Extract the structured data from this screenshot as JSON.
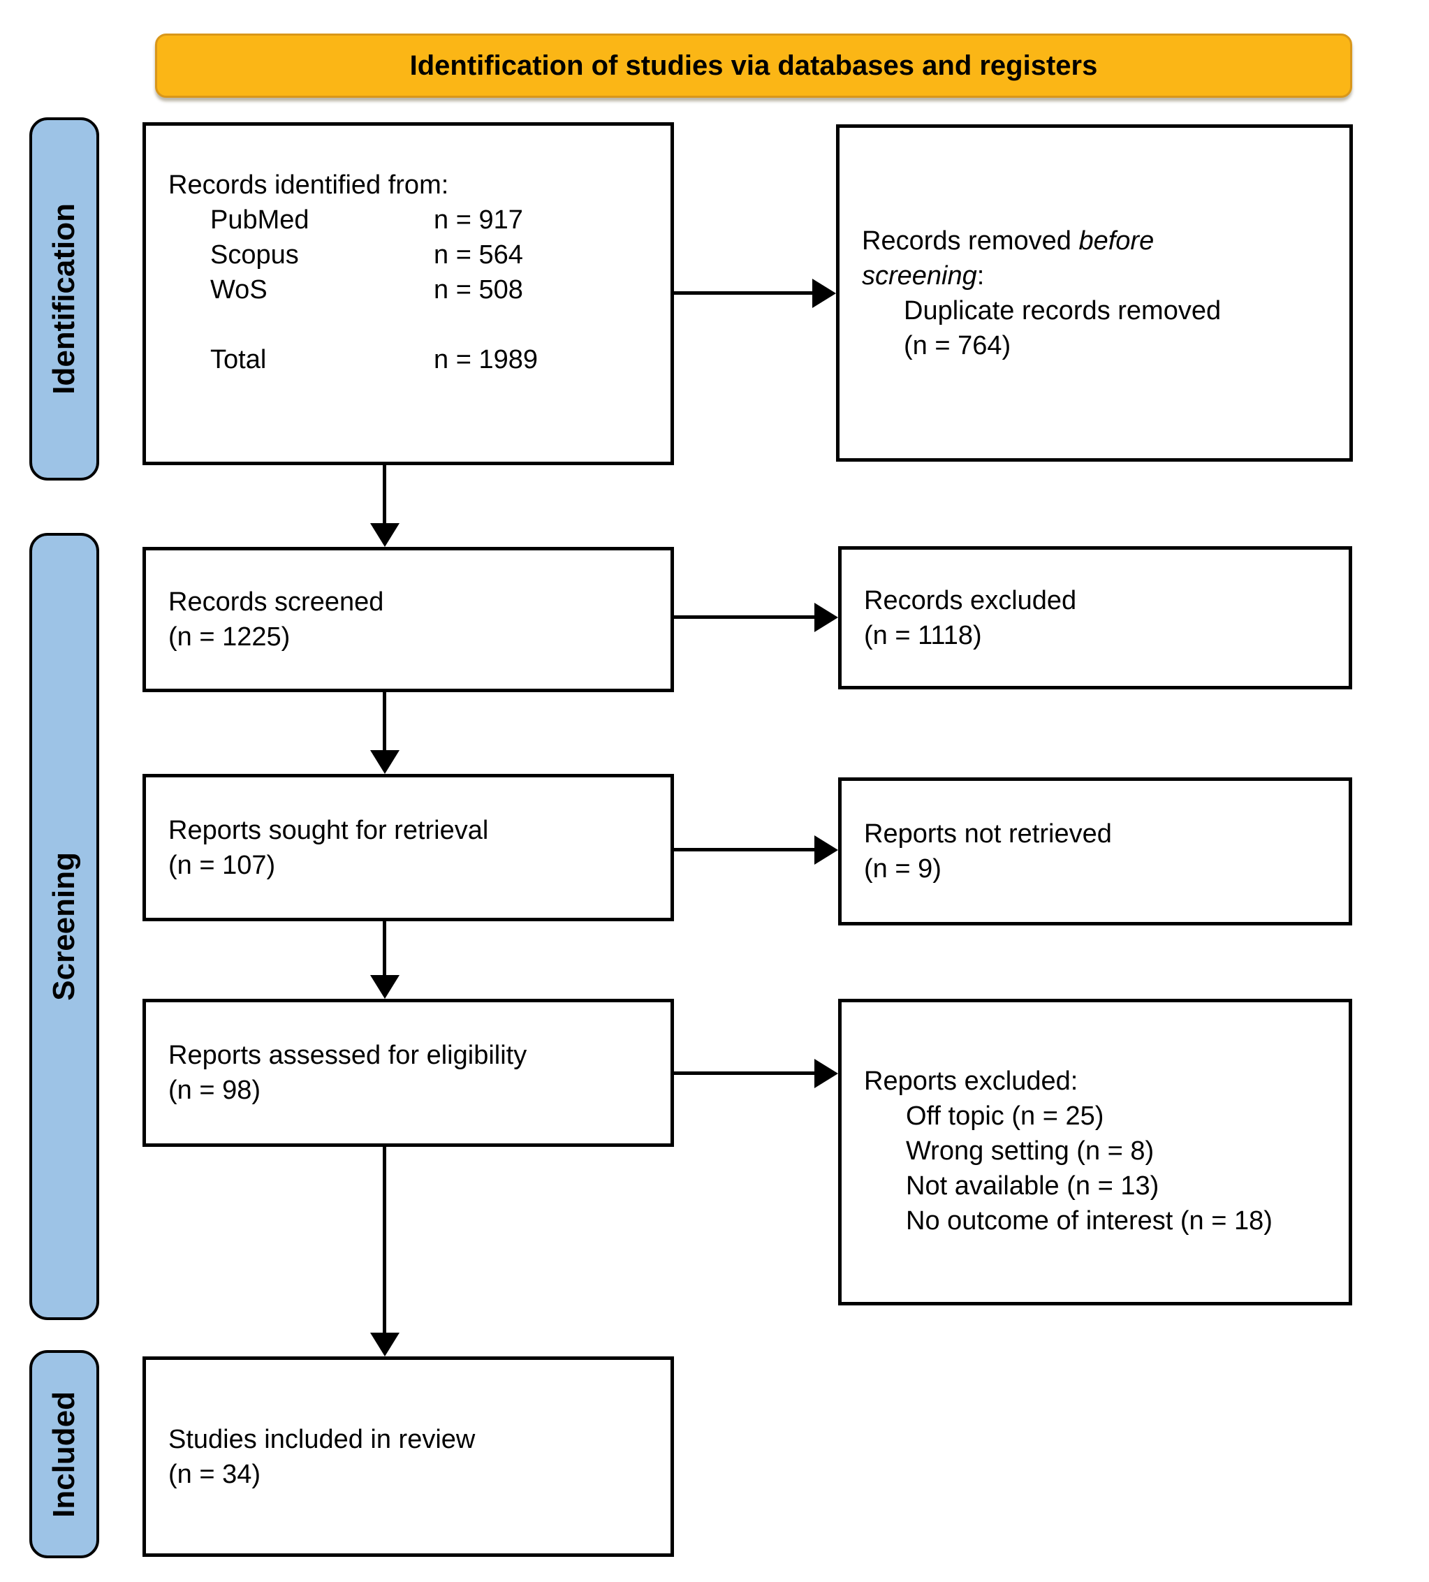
{
  "header": {
    "title": "Identification of studies via databases and registers"
  },
  "stages": [
    {
      "label": "Identification"
    },
    {
      "label": "Screening"
    },
    {
      "label": "Included"
    }
  ],
  "colors": {
    "banner_fill": "#FBB616",
    "banner_border": "#D9971A",
    "stage_fill": "#9DC3E6",
    "box_fill": "#FFFFFF",
    "box_border": "#000000",
    "text": "#000000"
  },
  "boxes": {
    "identified": {
      "title": "Records identified from:",
      "rows": [
        {
          "source": "PubMed",
          "count": "n = 917"
        },
        {
          "source": "Scopus",
          "count": "n = 564"
        },
        {
          "source": "WoS",
          "count": "n = 508"
        }
      ],
      "total": {
        "source": "Total",
        "count": "n = 1989"
      }
    },
    "removed": {
      "line1_regular": "Records removed ",
      "line1_italic": "before",
      "line2_italic": "screening",
      "line2_suffix": ":",
      "detail": "Duplicate records removed",
      "detail_count": "(n = 764)"
    },
    "screened": {
      "title": "Records screened",
      "count": "(n = 1225)"
    },
    "records_excluded": {
      "title": "Records excluded",
      "count": "(n = 1118)"
    },
    "sought": {
      "title": "Reports sought for retrieval",
      "count": "(n = 107)"
    },
    "not_retrieved": {
      "title": "Reports not retrieved",
      "count": "(n = 9)"
    },
    "assessed": {
      "title": "Reports assessed for eligibility",
      "count": "(n = 98)"
    },
    "reports_excluded": {
      "title": "Reports excluded:",
      "reasons": [
        "Off topic (n = 25)",
        "Wrong setting (n = 8)",
        "Not available (n = 13)",
        "No outcome of interest (n = 18)"
      ]
    },
    "included": {
      "title": "Studies included in review",
      "count": "(n = 34)"
    }
  }
}
